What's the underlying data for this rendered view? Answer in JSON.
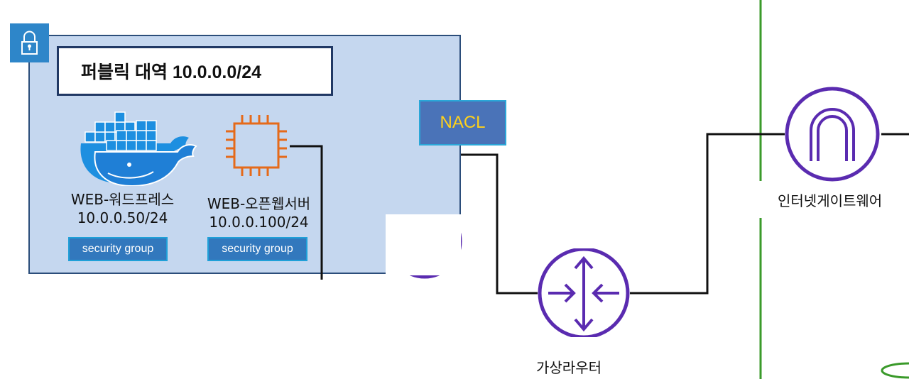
{
  "subnet": {
    "title": "퍼블릭 대역 10.0.0.0/24"
  },
  "instances": [
    {
      "name": "WEB-워드프레스",
      "ip": "10.0.0.50/24",
      "sg": "security group",
      "icon": "docker-whale-icon"
    },
    {
      "name": "WEB-오픈웹서버",
      "ip": "10.0.0.100/24",
      "sg": "security group",
      "icon": "ec2-chip-icon"
    }
  ],
  "nacl": {
    "label": "NACL"
  },
  "router": {
    "label": "가상라우터"
  },
  "igw": {
    "label": "인터넷게이트웨어"
  },
  "colors": {
    "subnet_fill": "#c5d7ef",
    "subnet_border": "#2b4d7a",
    "lock_bg": "#2e86c9",
    "sg_fill": "#3278bd",
    "nacl_fill": "#4a73b8",
    "nacl_text": "#ffd11a",
    "purple": "#5a2bb0",
    "orange": "#e56a1a",
    "green": "#3a9a2a",
    "docker_blue": "#1d8fe0"
  }
}
